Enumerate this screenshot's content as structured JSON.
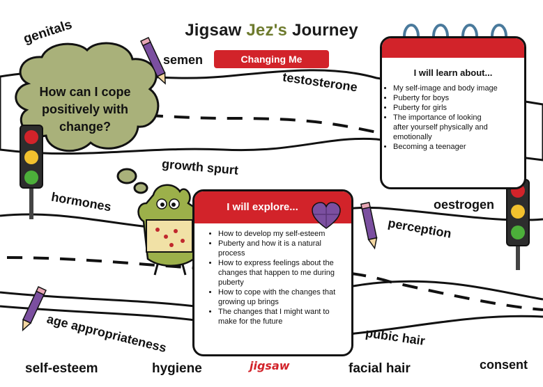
{
  "title_part1": "Jigsaw ",
  "title_jez": "Jez's",
  "title_part2": " Journey",
  "tag": "Changing Me",
  "thought": "How can I cope positively with change?",
  "learn": {
    "heading": "I will learn about...",
    "items": [
      "My self-image and body image",
      "Puberty for boys",
      "Puberty for girls",
      "The importance of looking after yourself physically and emotionally",
      "Becoming a teenager"
    ]
  },
  "explore": {
    "heading": "I will explore...",
    "items": [
      "How to develop my self-esteem",
      "Puberty and how it is a natural process",
      "How to express feelings about the changes that happen to me during puberty",
      "How to cope with the changes that growing up brings",
      "The changes that I might want to make for the future"
    ]
  },
  "words": {
    "genitals": "genitals",
    "semen": "semen",
    "testosterone": "testosterone",
    "growth_spurt": "growth spurt",
    "hormones": "hormones",
    "oestrogen": "oestrogen",
    "perception": "perception",
    "age_appropriateness": "age appropriateness",
    "pubic_hair": "pubic hair",
    "self_esteem": "self-esteem",
    "hygiene": "hygiene",
    "facial_hair": "facial hair",
    "consent": "consent"
  },
  "logo": "jigsaw",
  "colors": {
    "red": "#d2232a",
    "olive": "#6e7b2e",
    "cloud": "#a9b17a",
    "jez_green": "#9cb04a",
    "pencil": "#7b4fa0"
  },
  "icons": [
    "pencil-icon",
    "traffic-light-icon",
    "lightbulb-icon",
    "brain-icon",
    "heart-jigsaw-icon",
    "jez-character"
  ]
}
